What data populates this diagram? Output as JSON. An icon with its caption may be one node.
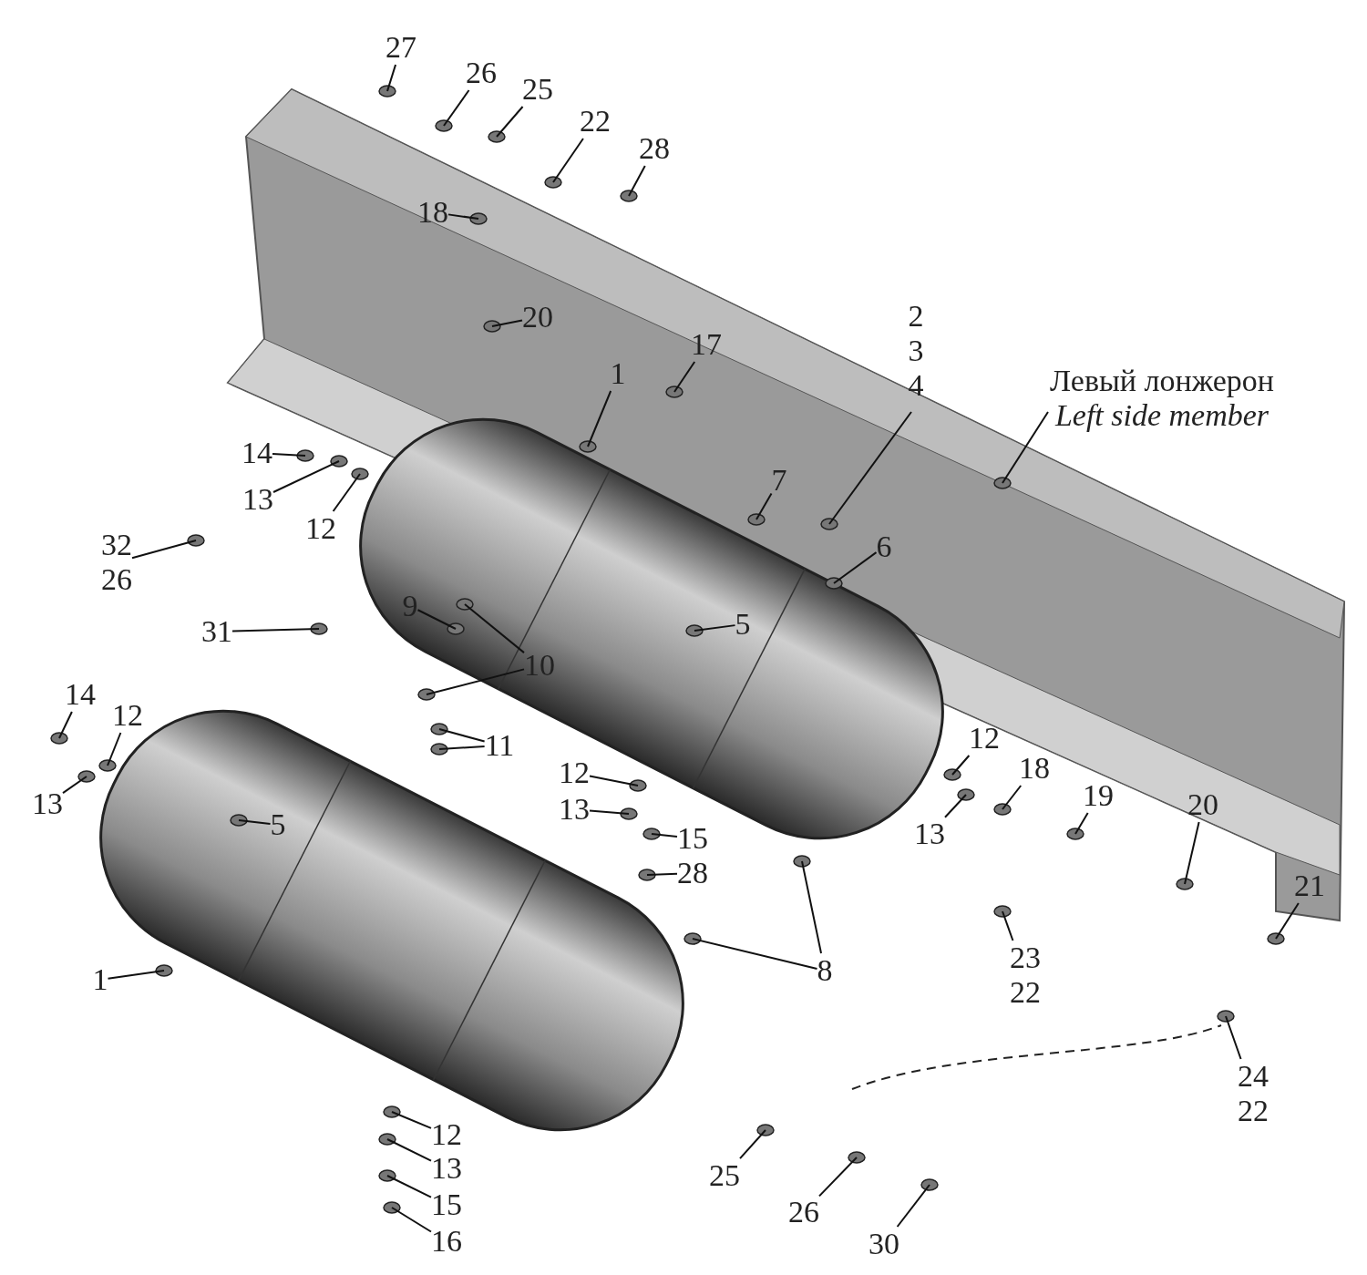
{
  "diagram": {
    "nodes": [
      {
        "text": [
          "27"
        ]
      },
      {
        "text": [
          "26"
        ]
      },
      {
        "text": [
          "25"
        ]
      },
      {
        "text": [
          "22"
        ]
      },
      {
        "text": [
          "28"
        ]
      },
      {
        "text": [
          "18"
        ]
      },
      {
        "text": [
          "20"
        ]
      },
      {
        "text": [
          "1"
        ]
      },
      {
        "text": [
          "17"
        ]
      },
      {
        "text": [
          "2",
          "3",
          "4"
        ]
      },
      {
        "text": [
          "7"
        ]
      },
      {
        "text": [
          "6"
        ]
      },
      {
        "text": [
          "Левый лонжерон",
          "Left side member"
        ]
      },
      {
        "text": [
          "5"
        ]
      },
      {
        "text": [
          "9"
        ]
      },
      {
        "text": [
          "10"
        ]
      },
      {
        "text": [
          "11"
        ]
      },
      {
        "text": [
          "14"
        ]
      },
      {
        "text": [
          "13"
        ]
      },
      {
        "text": [
          "12"
        ]
      },
      {
        "text": [
          "32",
          "26"
        ]
      },
      {
        "text": [
          "31"
        ]
      },
      {
        "text": [
          "14"
        ]
      },
      {
        "text": [
          "12"
        ]
      },
      {
        "text": [
          "13"
        ]
      },
      {
        "text": [
          "5"
        ]
      },
      {
        "text": [
          "1"
        ]
      },
      {
        "text": [
          "8"
        ]
      },
      {
        "text": [
          "12"
        ]
      },
      {
        "text": [
          "13"
        ]
      },
      {
        "text": [
          "15"
        ]
      },
      {
        "text": [
          "28"
        ]
      },
      {
        "text": [
          "12"
        ]
      },
      {
        "text": [
          "13"
        ]
      },
      {
        "text": [
          "18"
        ]
      },
      {
        "text": [
          "19"
        ]
      },
      {
        "text": [
          "20"
        ]
      },
      {
        "text": [
          "21"
        ]
      },
      {
        "text": [
          "23",
          "22"
        ]
      },
      {
        "text": [
          "24",
          "22"
        ]
      },
      {
        "text": [
          "12"
        ]
      },
      {
        "text": [
          "13"
        ]
      },
      {
        "text": [
          "15"
        ]
      },
      {
        "text": [
          "16"
        ]
      },
      {
        "text": [
          "25"
        ]
      },
      {
        "text": [
          "26"
        ]
      },
      {
        "text": [
          "30"
        ]
      }
    ],
    "edges": [
      {
        "from": 0,
        "to": null,
        "arrow": "none"
      },
      {
        "from": 1,
        "to": null,
        "arrow": "none"
      },
      {
        "from": 2,
        "to": null,
        "arrow": "none"
      },
      {
        "from": 3,
        "to": null,
        "arrow": "none"
      },
      {
        "from": 4,
        "to": null,
        "arrow": "none"
      },
      {
        "from": 5,
        "to": null,
        "arrow": "none"
      },
      {
        "from": 6,
        "to": null,
        "arrow": "none"
      },
      {
        "from": 7,
        "to": null,
        "arrow": "none"
      },
      {
        "from": 8,
        "to": null,
        "arrow": "none"
      },
      {
        "from": 9,
        "to": null,
        "arrow": "none"
      },
      {
        "from": 10,
        "to": null,
        "arrow": "none"
      },
      {
        "from": 11,
        "to": null,
        "arrow": "none"
      },
      {
        "from": 12,
        "to": null,
        "arrow": "none"
      },
      {
        "from": 13,
        "to": null,
        "arrow": "none"
      },
      {
        "from": 14,
        "to": null,
        "arrow": "none"
      },
      {
        "from": 15,
        "to": null,
        "arrow": "none"
      },
      {
        "from": 15,
        "to": null,
        "arrow": "none"
      },
      {
        "from": 16,
        "to": null,
        "arrow": "none"
      },
      {
        "from": 16,
        "to": null,
        "arrow": "none"
      },
      {
        "from": 17,
        "to": null,
        "arrow": "none"
      },
      {
        "from": 18,
        "to": null,
        "arrow": "none"
      },
      {
        "from": 19,
        "to": null,
        "arrow": "none"
      },
      {
        "from": 20,
        "to": null,
        "arrow": "none"
      },
      {
        "from": 21,
        "to": null,
        "arrow": "none"
      },
      {
        "from": 22,
        "to": null,
        "arrow": "none"
      },
      {
        "from": 23,
        "to": null,
        "arrow": "none"
      },
      {
        "from": 24,
        "to": null,
        "arrow": "none"
      },
      {
        "from": 25,
        "to": null,
        "arrow": "none"
      },
      {
        "from": 26,
        "to": null,
        "arrow": "none"
      },
      {
        "from": 27,
        "to": null,
        "arrow": "none"
      },
      {
        "from": 27,
        "to": null,
        "arrow": "none"
      },
      {
        "from": 28,
        "to": null,
        "arrow": "none"
      },
      {
        "from": 29,
        "to": null,
        "arrow": "none"
      },
      {
        "from": 30,
        "to": null,
        "arrow": "none"
      },
      {
        "from": 31,
        "to": null,
        "arrow": "none"
      },
      {
        "from": 32,
        "to": null,
        "arrow": "none"
      },
      {
        "from": 33,
        "to": null,
        "arrow": "none"
      },
      {
        "from": 34,
        "to": null,
        "arrow": "none"
      },
      {
        "from": 35,
        "to": null,
        "arrow": "none"
      },
      {
        "from": 36,
        "to": null,
        "arrow": "none"
      },
      {
        "from": 37,
        "to": null,
        "arrow": "none"
      },
      {
        "from": 38,
        "to": null,
        "arrow": "none"
      },
      {
        "from": 39,
        "to": null,
        "arrow": "none"
      },
      {
        "from": 40,
        "to": null,
        "arrow": "none"
      },
      {
        "from": 41,
        "to": null,
        "arrow": "none"
      },
      {
        "from": 42,
        "to": null,
        "arrow": "none"
      },
      {
        "from": 43,
        "to": null,
        "arrow": "none"
      },
      {
        "from": 44,
        "to": null,
        "arrow": "none"
      },
      {
        "from": 45,
        "to": null,
        "arrow": "none"
      },
      {
        "from": 46,
        "to": null,
        "arrow": "none"
      }
    ]
  }
}
